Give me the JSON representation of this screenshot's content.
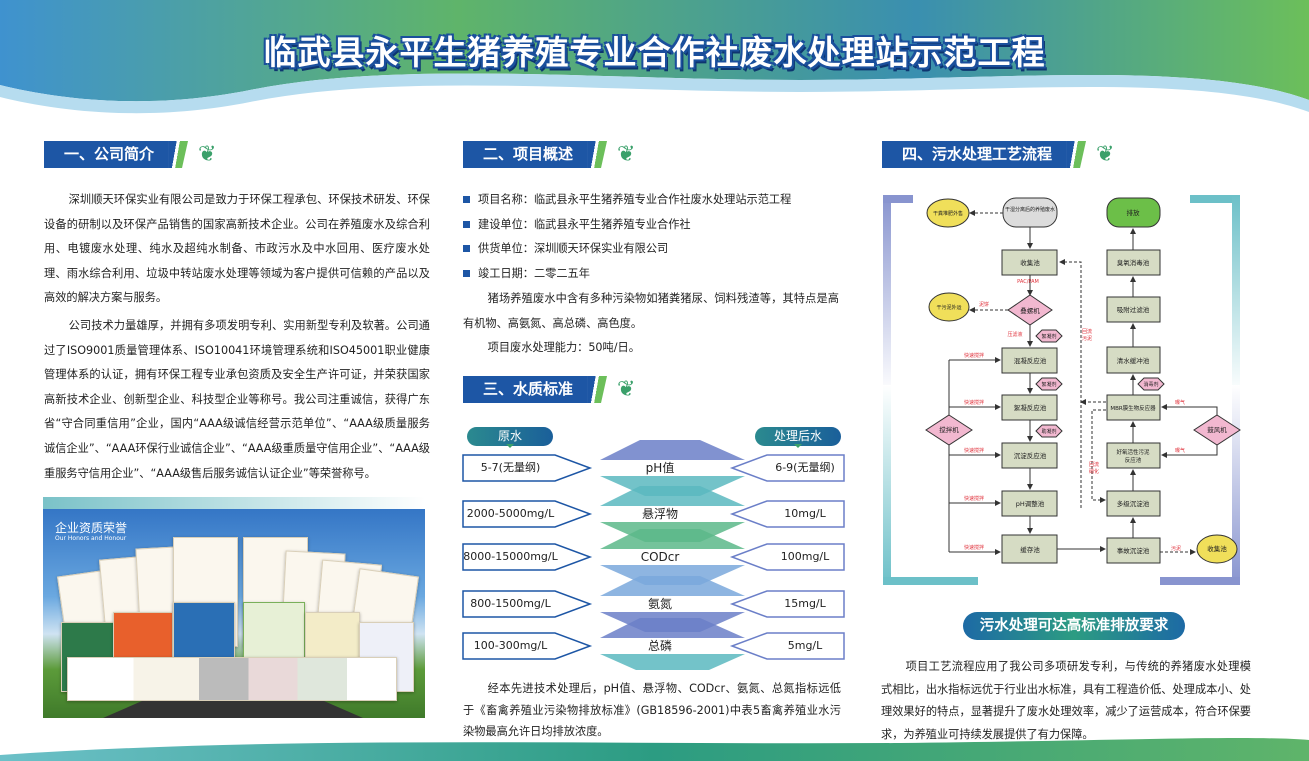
{
  "header": {
    "title": "临武县永平生猪养殖专业合作社废水处理站示范工程"
  },
  "section1": {
    "title": "一、公司简介",
    "paragraphs": [
      "深圳顺天环保实业有限公司是致力于环保工程承包、环保技术研发、环保设备的研制以及环保产品销售的国家高新技术企业。公司在养殖废水及综合利用、电镀废水处理、纯水及超纯水制备、市政污水及中水回用、医疗废水处理、雨水综合利用、垃圾中转站废水处理等领域为客户提供可信赖的产品以及高效的解决方案与服务。",
      "公司技术力量雄厚，并拥有多项发明专利、实用新型专利及软著。公司通过了ISO9001质量管理体系、ISO10041环境管理系统和ISO45001职业健康管理体系的认证，拥有环保工程专业承包资质及安全生产许可证，并荣获国家高新技术企业、创新型企业、科技型企业等称号。我公司注重诚信，获得广东省“守合同重信用”企业，国内“AAA级诚信经营示范单位”、“AAA级质量服务诚信企业”、“AAA环保行业诚信企业”、“AAA级重质量守信用企业”、“AAA级重服务守信用企业”、“AAA级售后服务诚信认证企业”等荣誉称号。"
    ],
    "photo_title": "企业资质荣誉",
    "photo_subtitle": "Our Honors and Honour"
  },
  "section2": {
    "title": "二、项目概述",
    "items": [
      "项目名称：临武县永平生猪养殖专业合作社废水处理站示范工程",
      "建设单位：临武县永平生猪养殖专业合作社",
      "供货单位：深圳顺天环保实业有限公司",
      "竣工日期：二零二五年"
    ],
    "paragraphs": [
      "猪场养殖废水中含有多种污染物如猪粪猪尿、饲料残渣等，其特点是高有机物、高氨氮、高总磷、高色度。",
      "项目废水处理能力：50吨/日。"
    ]
  },
  "section3": {
    "title": "三、水质标准",
    "raw_label": "原水",
    "treated_label": "处理后水",
    "rows": [
      {
        "raw": "5-7(无量纲)",
        "param": "pH值",
        "treated": "6-9(无量纲)"
      },
      {
        "raw": "2000-5000mg/L",
        "param": "悬浮物",
        "treated": "10mg/L"
      },
      {
        "raw": "8000-15000mg/L",
        "param": "CODcr",
        "treated": "100mg/L"
      },
      {
        "raw": "800-1500mg/L",
        "param": "氨氮",
        "treated": "15mg/L"
      },
      {
        "raw": "100-300mg/L",
        "param": "总磷",
        "treated": "5mg/L"
      }
    ],
    "note": "经本先进技术处理后，pH值、悬浮物、CODcr、氨氮、总氮指标远低于《畜禽养殖业污染物排放标准》(GB18596-2001)中表5畜禽养殖业水污染物最高允许日均排放浓度。"
  },
  "section4": {
    "title": "四、污水处理工艺流程",
    "flow": {
      "start": "干湿分离后的养殖废水",
      "manure": "干粪堆肥外售",
      "collect": "收集池",
      "pacpam": "PAC/PAM",
      "screw": "叠螺机",
      "sludge_out": "干污泥外运",
      "cake": "泥饼",
      "filtrate": "压滤液",
      "floc1": "絮凝剂",
      "floc2": "絮凝剂",
      "aid": "助凝剂",
      "tank1": "混凝反应池",
      "tank2": "絮凝反应池",
      "tank3": "沉淀反应池",
      "tank4": "pH调整池",
      "tank5": "缓存池",
      "stir1": "快速搅拌",
      "stir2": "快速搅拌",
      "stir3": "快速搅拌",
      "stir4": "快速搅拌",
      "stir5": "快速搅拌",
      "mixer": "搅拌机",
      "discharge": "排放",
      "ozone": "臭氧消毒池",
      "adsorb": "吸附过滤池",
      "clear": "清水缓冲池",
      "disinfect": "消毒剂",
      "mbr": "MBR膜生物反应器",
      "aerobic_a": "好氧活性污泥",
      "aerobic_b": "反应池",
      "multi": "多级沉淀池",
      "accident": "事故沉淀池",
      "collect2": "收集池",
      "blower": "鼓风机",
      "aer1": "曝气",
      "aer2": "曝气",
      "return1a": "回流",
      "return1b": "污泥",
      "return2a": "回流",
      "return2b": "硝化",
      "sludge": "污泥"
    },
    "subtitle": "污水处理可达高标准排放要求",
    "paragraph": "项目工艺流程应用了我公司多项研发专利，与传统的养猪废水处理模式相比，出水指标远优于行业出水标准，具有工程造价低、处理成本小、处理效果好的特点，显著提升了废水处理效率，减少了运营成本，符合环保要求，为养殖业可持续发展提供了有力保障。"
  },
  "colors": {
    "brand_blue": "#1d56a5",
    "green": "#6cbf5a",
    "teal": "#2b8a8f"
  }
}
